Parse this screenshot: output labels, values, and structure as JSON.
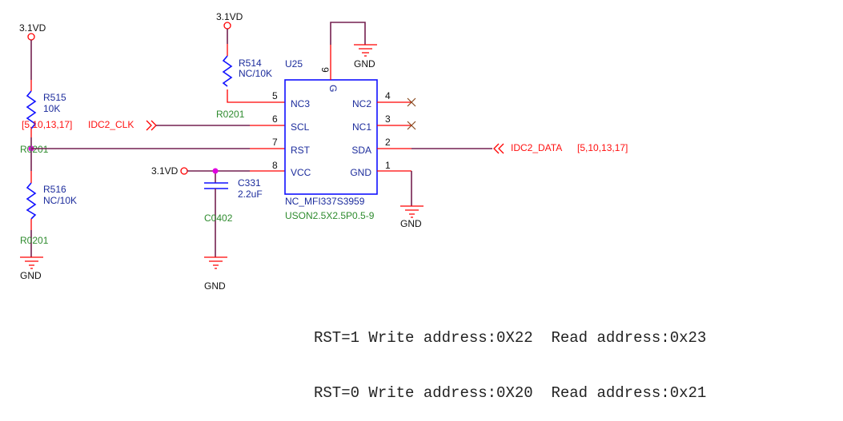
{
  "colors": {
    "wire": "#ff0000",
    "net": "#742050",
    "component": "#1010ff",
    "junction": "#e000e0",
    "refdes": "#1c2c9c",
    "footprint": "#2e8b2e",
    "netlabel": "#ff1010"
  },
  "power": {
    "left_top": "3.1VD",
    "r514_top": "3.1VD",
    "vcc": "3.1VD"
  },
  "grounds": {
    "left": "GND",
    "cap": "GND",
    "pin9": "GND",
    "pin1": "GND"
  },
  "r515": {
    "ref": "R515",
    "value": "10K",
    "footprint": "R0201"
  },
  "r516": {
    "ref": "R516",
    "value": "NC/10K",
    "footprint": "R0201"
  },
  "r514": {
    "ref": "R514",
    "value": "NC/10K",
    "footprint": "R0201"
  },
  "c331": {
    "ref": "C331",
    "value": "2.2uF",
    "footprint": "C0402"
  },
  "nets": {
    "clk": {
      "name": "IDC2_CLK",
      "pages": "[5,10,13,17]"
    },
    "data": {
      "name": "IDC2_DATA",
      "pages": "[5,10,13,17]"
    }
  },
  "u25": {
    "ref": "U25",
    "part": "NC_MFI337S3959",
    "footprint": "USON2.5X2.5P0.5-9",
    "pin9": {
      "num": "9",
      "name": "G"
    },
    "left_pins": [
      {
        "num": "5",
        "name": "NC3"
      },
      {
        "num": "6",
        "name": "SCL"
      },
      {
        "num": "7",
        "name": "RST"
      },
      {
        "num": "8",
        "name": "VCC"
      }
    ],
    "right_pins": [
      {
        "num": "4",
        "name": "NC2"
      },
      {
        "num": "3",
        "name": "NC1"
      },
      {
        "num": "2",
        "name": "SDA"
      },
      {
        "num": "1",
        "name": "GND"
      }
    ]
  },
  "notes": [
    {
      "rst": "RST=1",
      "write": "Write address:0X22",
      "read": "Read address:0x23"
    },
    {
      "rst": "RST=0",
      "write": "Write address:0X20",
      "read": "Read address:0x21"
    }
  ]
}
